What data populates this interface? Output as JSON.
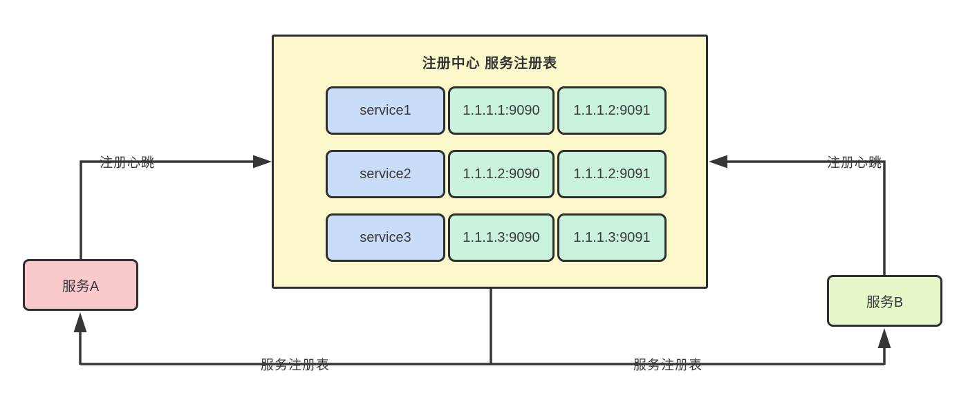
{
  "registry": {
    "title": "注册中心 服务注册表",
    "rows": [
      {
        "service": "service1",
        "endpoints": [
          "1.1.1.1:9090",
          "1.1.1.2:9091"
        ]
      },
      {
        "service": "service2",
        "endpoints": [
          "1.1.1.2:9090",
          "1.1.1.2:9091"
        ]
      },
      {
        "service": "service3",
        "endpoints": [
          "1.1.1.3:9090",
          "1.1.1.3:9091"
        ]
      }
    ]
  },
  "services": {
    "a": {
      "label": "服务A"
    },
    "b": {
      "label": "服务B"
    }
  },
  "edges": {
    "heartbeat_left": {
      "label": "注册心跳"
    },
    "heartbeat_right": {
      "label": "注册心跳"
    },
    "registry_table_left": {
      "label": "服务注册表"
    },
    "registry_table_right": {
      "label": "服务注册表"
    }
  },
  "colors": {
    "registry_fill": "#fbf8cb",
    "service_cell_fill": "#c9ddf8",
    "endpoint_cell_fill": "#c9f3dd",
    "service_a_fill": "#f9c9cb",
    "service_b_fill": "#e4f8c9",
    "stroke": "#363636",
    "text": "#3a3a3a"
  }
}
